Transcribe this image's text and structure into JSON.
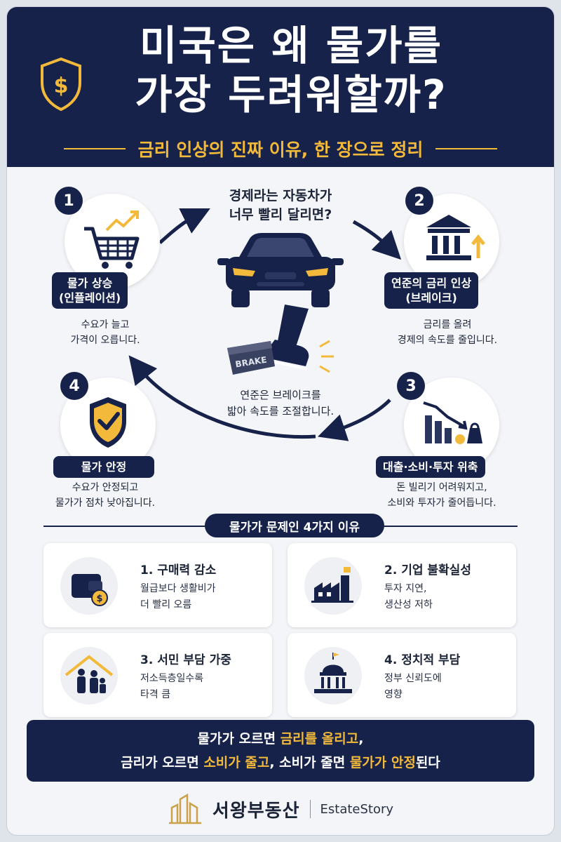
{
  "header": {
    "title_line1": "미국은 왜 물가를",
    "title_line2": "가장 두려워할까?",
    "subtitle": "금리 인상의 진짜 이유, 한 장으로 정리"
  },
  "cycle": {
    "center_question_line1": "경제라는 자동차가",
    "center_question_line2": "너무 빨리 달리면?",
    "brake_text": "BRAKE",
    "center_desc_line1": "연준은 브레이크를",
    "center_desc_line2": "밟아 속도를 조절합니다.",
    "steps": [
      {
        "num": "1",
        "label_line1": "물가 상승",
        "label_line2": "(인플레이션)",
        "desc_line1": "수요가 늘고",
        "desc_line2": "가격이 오릅니다.",
        "icon": "cart-chart-icon"
      },
      {
        "num": "2",
        "label_line1": "연준의 금리 인상",
        "label_line2": "(브레이크)",
        "desc_line1": "금리를 올려",
        "desc_line2": "경제의 속도를 줄입니다.",
        "icon": "bank-arrow-icon"
      },
      {
        "num": "3",
        "label_line1": "대출·소비·투자 위축",
        "label_line2": "",
        "desc_line1": "돈 빌리기 어려워지고,",
        "desc_line2": "소비와 투자가 줄어듭니다.",
        "icon": "declining-chart-icon"
      },
      {
        "num": "4",
        "label_line1": "물가 안정",
        "label_line2": "",
        "desc_line1": "수요가 안정되고",
        "desc_line2": "물가가 점차 낮아집니다.",
        "icon": "shield-check-icon"
      }
    ]
  },
  "reasons": {
    "title": "물가가 문제인 4가지 이유",
    "items": [
      {
        "title": "1. 구매력 감소",
        "desc_line1": "월급보다 생활비가",
        "desc_line2": "더 빨리 오름",
        "icon": "wallet-coin-icon"
      },
      {
        "title": "2. 기업 불확실성",
        "desc_line1": "투자 지연,",
        "desc_line2": "생산성 저하",
        "icon": "factory-icon"
      },
      {
        "title": "3. 서민 부담 가중",
        "desc_line1": "저소득층일수록",
        "desc_line2": "타격 큼",
        "icon": "family-house-icon"
      },
      {
        "title": "4. 정치적 부담",
        "desc_line1": "정부 신뢰도에",
        "desc_line2": "영향",
        "icon": "capitol-icon"
      }
    ]
  },
  "conclusion": {
    "line1_a": "물가가 오르면 ",
    "line1_hl": "금리를 올리고",
    "line1_b": ",",
    "line2_a": "금리가 오르면 ",
    "line2_hl1": "소비가 줄고",
    "line2_b": ", 소비가 줄면 ",
    "line2_hl2": "물가가 안정",
    "line2_c": "된다"
  },
  "footer": {
    "brand_ko": "서왕부동산",
    "brand_en": "EstateStory"
  },
  "colors": {
    "navy": "#16224a",
    "gold": "#f2b93b",
    "background": "#f4f5f8"
  }
}
